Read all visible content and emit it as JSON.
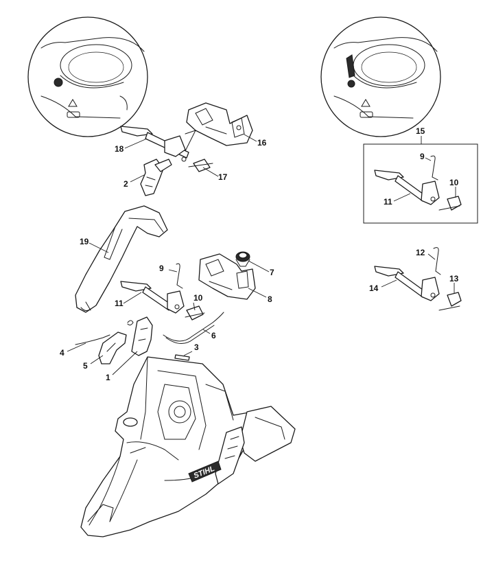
{
  "callouts": [
    {
      "id": "c1",
      "label": "1"
    },
    {
      "id": "c2",
      "label": "2"
    },
    {
      "id": "c3",
      "label": "3"
    },
    {
      "id": "c4",
      "label": "4"
    },
    {
      "id": "c5",
      "label": "5"
    },
    {
      "id": "c6",
      "label": "6"
    },
    {
      "id": "c7",
      "label": "7"
    },
    {
      "id": "c8",
      "label": "8"
    },
    {
      "id": "c9a",
      "label": "9"
    },
    {
      "id": "c10a",
      "label": "10"
    },
    {
      "id": "c11a",
      "label": "11"
    },
    {
      "id": "c16",
      "label": "16"
    },
    {
      "id": "c17",
      "label": "17"
    },
    {
      "id": "c18",
      "label": "18"
    },
    {
      "id": "c19",
      "label": "19"
    },
    {
      "id": "c15",
      "label": "15"
    },
    {
      "id": "c9b",
      "label": "9"
    },
    {
      "id": "c10b",
      "label": "10"
    },
    {
      "id": "c11b",
      "label": "11"
    },
    {
      "id": "c12",
      "label": "12"
    },
    {
      "id": "c13",
      "label": "13"
    },
    {
      "id": "c14",
      "label": "14"
    }
  ],
  "brand_text": "STIHL",
  "colors": {
    "line": "#1a1a1a",
    "background": "#ffffff"
  }
}
